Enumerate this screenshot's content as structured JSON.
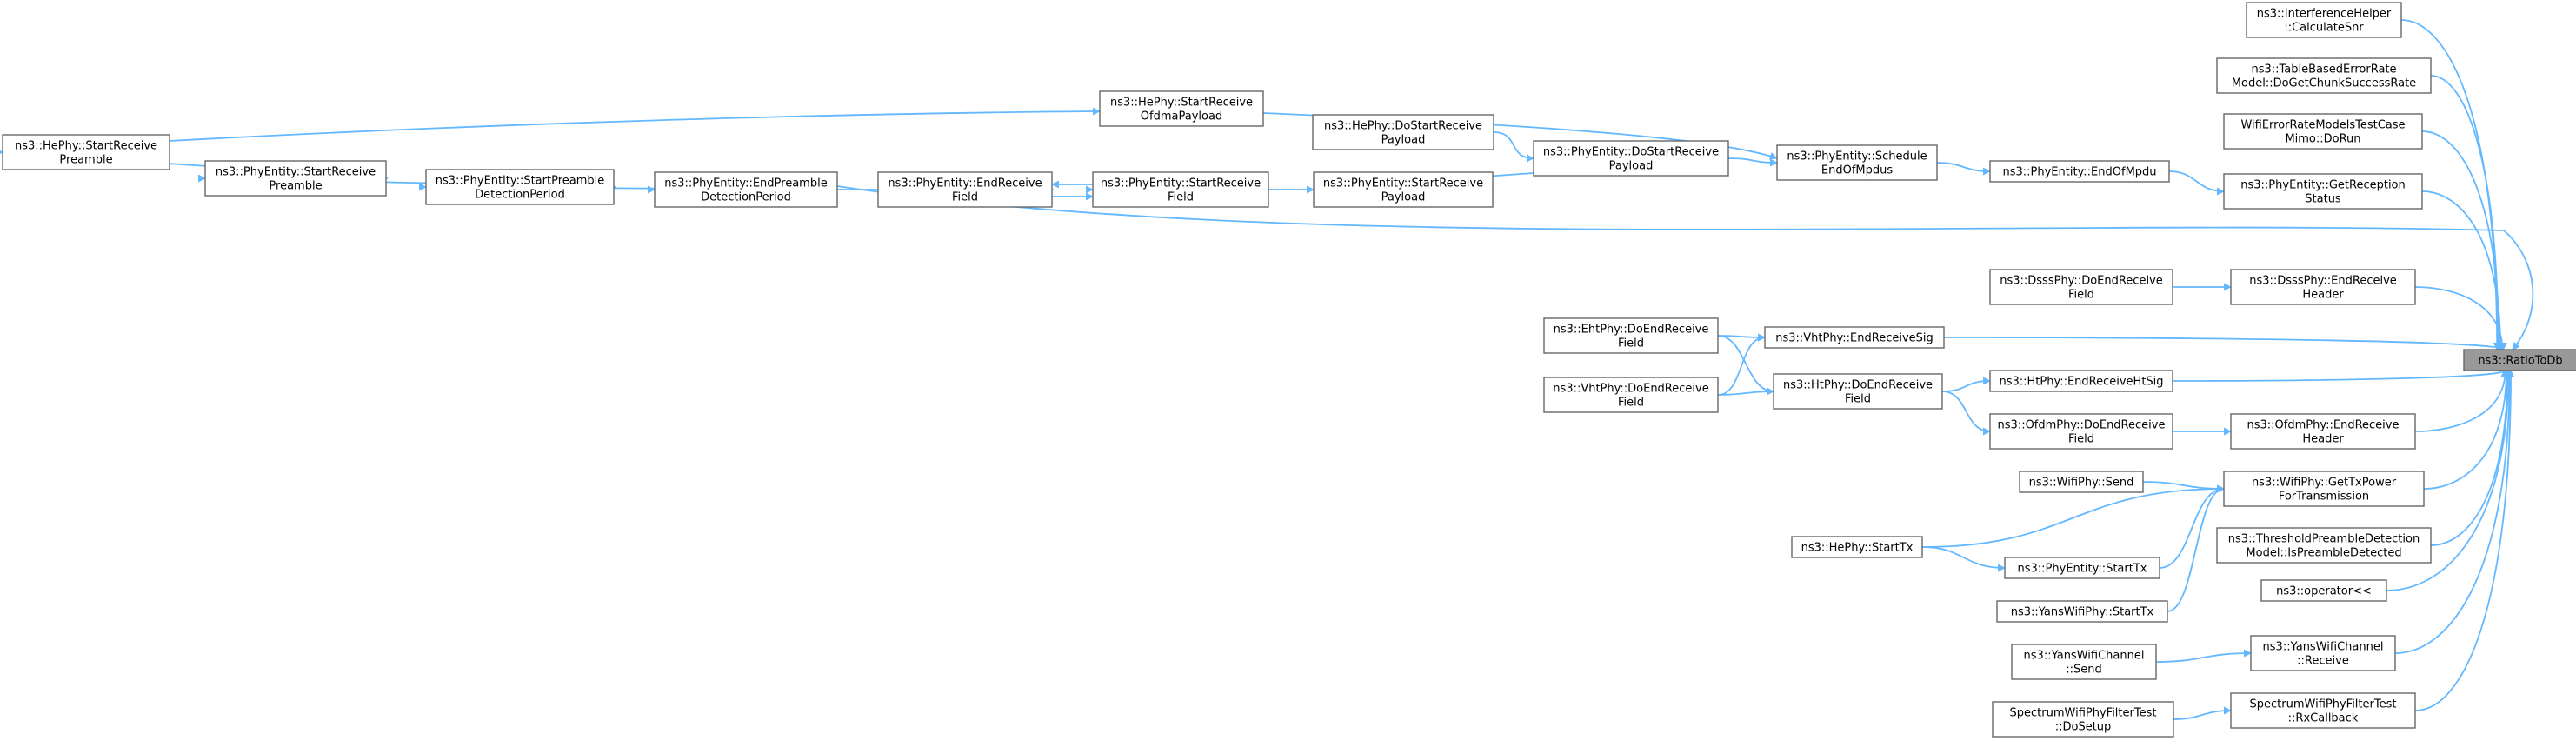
{
  "diagram": {
    "title": "",
    "edge_color": "#63b8ff",
    "root_fill": "#999999",
    "node_border": "#666666",
    "nodes": [
      {
        "id": "ratio",
        "lines": [
          "ns3::RatioToDb"
        ],
        "root": true
      },
      {
        "id": "calcsnr",
        "lines": [
          "ns3::InterferenceHelper",
          "::CalculateSnr"
        ]
      },
      {
        "id": "tableerr",
        "lines": [
          "ns3::TableBasedErrorRate",
          "Model::DoGetChunkSuccessRate"
        ]
      },
      {
        "id": "wifierr",
        "lines": [
          "WifiErrorRateModelsTestCase",
          "Mimo::DoRun"
        ]
      },
      {
        "id": "getrecstat",
        "lines": [
          "ns3::PhyEntity::GetReception",
          "Status"
        ]
      },
      {
        "id": "endofmpdu",
        "lines": [
          "ns3::PhyEntity::EndOfMpdu"
        ]
      },
      {
        "id": "schedendofmpdus",
        "lines": [
          "ns3::PhyEntity::Schedule",
          "EndOfMpdus"
        ]
      },
      {
        "id": "hestartrecofdma",
        "lines": [
          "ns3::HePhy::StartReceive",
          "OfdmaPayload"
        ]
      },
      {
        "id": "hestartrecpre",
        "lines": [
          "ns3::HePhy::StartReceive",
          "Preamble"
        ]
      },
      {
        "id": "phystartrecpre",
        "lines": [
          "ns3::PhyEntity::StartReceive",
          "Preamble"
        ]
      },
      {
        "id": "phystartpredet",
        "lines": [
          "ns3::PhyEntity::StartPreamble",
          "DetectionPeriod"
        ]
      },
      {
        "id": "phyendpredet",
        "lines": [
          "ns3::PhyEntity::EndPreamble",
          "DetectionPeriod"
        ]
      },
      {
        "id": "phyendrecfield",
        "lines": [
          "ns3::PhyEntity::EndReceive",
          "Field"
        ]
      },
      {
        "id": "phystartrecfield",
        "lines": [
          "ns3::PhyEntity::StartReceive",
          "Field"
        ]
      },
      {
        "id": "phystartrecpay",
        "lines": [
          "ns3::PhyEntity::StartReceive",
          "Payload"
        ]
      },
      {
        "id": "hedostartrecpay",
        "lines": [
          "ns3::HePhy::DoStartReceive",
          "Payload"
        ]
      },
      {
        "id": "phydostartrecpay",
        "lines": [
          "ns3::PhyEntity::DoStartReceive",
          "Payload"
        ]
      },
      {
        "id": "dsssdoend",
        "lines": [
          "ns3::DsssPhy::DoEndReceive",
          "Field"
        ]
      },
      {
        "id": "dsssendhdr",
        "lines": [
          "ns3::DsssPhy::EndReceive",
          "Header"
        ]
      },
      {
        "id": "vhtendsig",
        "lines": [
          "ns3::VhtPhy::EndReceiveSig"
        ]
      },
      {
        "id": "ehtdoend",
        "lines": [
          "ns3::EhtPhy::DoEndReceive",
          "Field"
        ]
      },
      {
        "id": "vhtdoend",
        "lines": [
          "ns3::VhtPhy::DoEndReceive",
          "Field"
        ]
      },
      {
        "id": "htdoend",
        "lines": [
          "ns3::HtPhy::DoEndReceive",
          "Field"
        ]
      },
      {
        "id": "htendhtsig",
        "lines": [
          "ns3::HtPhy::EndReceiveHtSig"
        ]
      },
      {
        "id": "ofdmdoend",
        "lines": [
          "ns3::OfdmPhy::DoEndReceive",
          "Field"
        ]
      },
      {
        "id": "ofdmendhdr",
        "lines": [
          "ns3::OfdmPhy::EndReceive",
          "Header"
        ]
      },
      {
        "id": "wifisend",
        "lines": [
          "ns3::WifiPhy::Send"
        ]
      },
      {
        "id": "gettxpower",
        "lines": [
          "ns3::WifiPhy::GetTxPower",
          "ForTransmission"
        ]
      },
      {
        "id": "hestarttx",
        "lines": [
          "ns3::HePhy::StartTx"
        ]
      },
      {
        "id": "phystarttx",
        "lines": [
          "ns3::PhyEntity::StartTx"
        ]
      },
      {
        "id": "yansstarttx",
        "lines": [
          "ns3::YansWifiPhy::StartTx"
        ]
      },
      {
        "id": "threshold",
        "lines": [
          "ns3::ThresholdPreambleDetection",
          "Model::IsPreambleDetected"
        ]
      },
      {
        "id": "operator",
        "lines": [
          "ns3::operator<<"
        ]
      },
      {
        "id": "yanschansend",
        "lines": [
          "ns3::YansWifiChannel",
          "::Send"
        ]
      },
      {
        "id": "yanschanrecv",
        "lines": [
          "ns3::YansWifiChannel",
          "::Receive"
        ]
      },
      {
        "id": "spectrumsetup",
        "lines": [
          "SpectrumWifiPhyFilterTest",
          "::DoSetup"
        ]
      },
      {
        "id": "spectrumrx",
        "lines": [
          "SpectrumWifiPhyFilterTest",
          "::RxCallback"
        ]
      }
    ],
    "edges": [
      [
        "calcsnr",
        "ratio"
      ],
      [
        "tableerr",
        "ratio"
      ],
      [
        "wifierr",
        "ratio"
      ],
      [
        "getrecstat",
        "ratio"
      ],
      [
        "endofmpdu",
        "getrecstat"
      ],
      [
        "schedendofmpdus",
        "endofmpdu"
      ],
      [
        "hestartrecofdma",
        "schedendofmpdus"
      ],
      [
        "phydostartrecpay",
        "schedendofmpdus"
      ],
      [
        "hestartrecpre",
        "hestartrecofdma"
      ],
      [
        "phystartrecpre",
        "hestartrecpre"
      ],
      [
        "phystartpredet",
        "phystartrecpre"
      ],
      [
        "phyendpredet",
        "phystartpredet"
      ],
      [
        "phyendrecfield",
        "phyendpredet"
      ],
      [
        "phystartrecfield",
        "phyendrecfield"
      ],
      [
        "phyendrecfield",
        "phystartrecfield"
      ],
      [
        "phystartrecpay",
        "phystartrecfield"
      ],
      [
        "phydostartrecpay",
        "phystartrecpay"
      ],
      [
        "hedostartrecpay",
        "phydostartrecpay"
      ],
      [
        "phyendpredet",
        "ratio"
      ],
      [
        "dsssendhdr",
        "ratio"
      ],
      [
        "dsssdoend",
        "dsssendhdr"
      ],
      [
        "vhtendsig",
        "ratio"
      ],
      [
        "ehtdoend",
        "vhtendsig"
      ],
      [
        "vhtdoend",
        "vhtendsig"
      ],
      [
        "htendhtsig",
        "ratio"
      ],
      [
        "htdoend",
        "htendhtsig"
      ],
      [
        "ehtdoend",
        "htdoend"
      ],
      [
        "vhtdoend",
        "htdoend"
      ],
      [
        "ofdmendhdr",
        "ratio"
      ],
      [
        "ofdmdoend",
        "ofdmendhdr"
      ],
      [
        "htdoend",
        "ofdmdoend"
      ],
      [
        "gettxpower",
        "ratio"
      ],
      [
        "wifisend",
        "gettxpower"
      ],
      [
        "hestarttx",
        "gettxpower"
      ],
      [
        "phystarttx",
        "gettxpower"
      ],
      [
        "yansstarttx",
        "gettxpower"
      ],
      [
        "hestarttx",
        "phystarttx"
      ],
      [
        "threshold",
        "ratio"
      ],
      [
        "operator",
        "ratio"
      ],
      [
        "yanschanrecv",
        "ratio"
      ],
      [
        "yanschansend",
        "yanschanrecv"
      ],
      [
        "spectrumrx",
        "ratio"
      ],
      [
        "spectrumsetup",
        "spectrumrx"
      ]
    ]
  }
}
